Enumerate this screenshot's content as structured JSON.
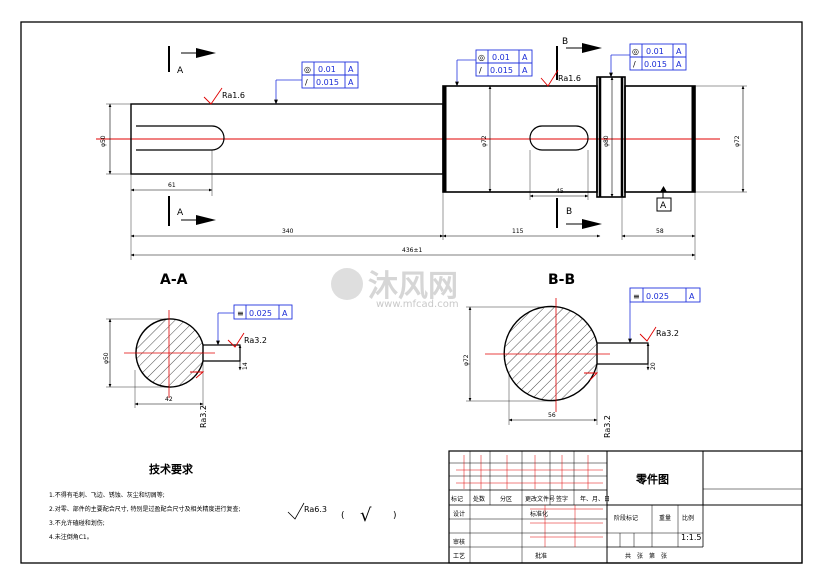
{
  "section_labels": {
    "a_top": "A",
    "a_bottom": "A",
    "b_top": "B",
    "b_bottom": "B",
    "datum": "A"
  },
  "section_titles": {
    "aa": "A-A",
    "bb": "B-B"
  },
  "fcf_main": {
    "rows": [
      {
        "symbol": "◎",
        "value": "0.01",
        "datum": "A"
      },
      {
        "symbol": "/",
        "value": "0.015",
        "datum": "A"
      }
    ]
  },
  "fcf_mid": {
    "rows": [
      {
        "symbol": "◎",
        "value": "0.01",
        "datum": "A"
      },
      {
        "symbol": "/",
        "value": "0.015",
        "datum": "A"
      }
    ]
  },
  "fcf_right": {
    "rows": [
      {
        "symbol": "◎",
        "value": "0.01",
        "datum": "A"
      },
      {
        "symbol": "/",
        "value": "0.015",
        "datum": "A"
      }
    ]
  },
  "fcf_aa": {
    "symbol": "≡",
    "value": "0.025",
    "datum": "A"
  },
  "fcf_bb": {
    "symbol": "≡",
    "value": "0.025",
    "datum": "A"
  },
  "roughness": {
    "r1": "Ra1.6",
    "r2": "Ra1.6",
    "aa_1": "Ra3.2",
    "aa_2": "Ra3.2",
    "bb_1": "Ra3.2",
    "bb_2": "Ra3.2",
    "tech": "Ra6.3"
  },
  "dims": {
    "d61": "61",
    "d45": "45",
    "d340": "340",
    "d115": "115",
    "d58": "58",
    "d436": "436±1",
    "d42": "42",
    "d56": "56",
    "dia_left": "φ50",
    "dia_mid": "φ72",
    "dia_collar": "φ80",
    "dia_right": "φ72",
    "dia_aa": "φ50",
    "dia_bb": "φ72",
    "key_aa": "14",
    "key_bb": "20"
  },
  "watermark": {
    "brand": "沐风网",
    "url": "www.mfcad.com"
  },
  "tech_req": {
    "title": "技术要求",
    "items": [
      "1.不得有毛刺、飞边、锈蚀、灰尘和切屑等;",
      "2.对零、部件的主要配合尺寸, 特别是过盈配合尺寸及相关精度进行复查;",
      "3.不允许磕碰和划伤;",
      "4.未注倒角C1。"
    ],
    "paren_open": "(",
    "paren_close": ")",
    "check": "√"
  },
  "title_block": {
    "part_name": "零件图",
    "labels": [
      "标记",
      "处数",
      "分区",
      "更改文件号",
      "签字",
      "年、月、日"
    ],
    "design": "设计",
    "standard": "标准化",
    "review": "审核",
    "process": "工艺",
    "approve": "批准",
    "stage": "阶段标记",
    "weight": "重量",
    "scale_label": "比例",
    "scale": "1:1.5",
    "sheet": "共　张　第　张"
  }
}
